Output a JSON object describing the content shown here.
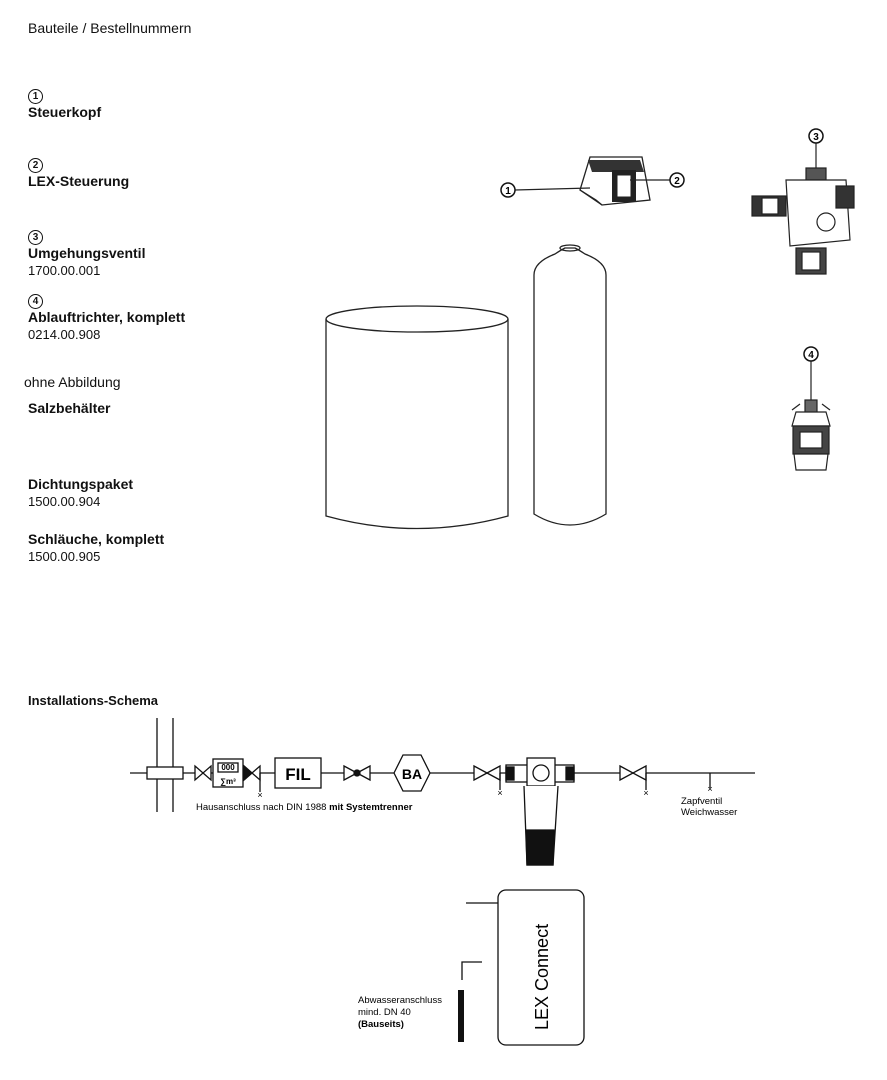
{
  "header": {
    "title": "Bauteile / Bestellnummern"
  },
  "parts": [
    {
      "num": "1",
      "name": "Steuerkopf",
      "order": ""
    },
    {
      "num": "2",
      "name": "LEX-Steuerung",
      "order": ""
    },
    {
      "num": "3",
      "name": "Umgehungsventil",
      "order": "1700.00.001"
    },
    {
      "num": "4",
      "name": "Ablauftrichter, komplett",
      "order": "0214.00.908"
    }
  ],
  "note": "ohne Abbildung",
  "extra_parts": [
    {
      "name": "Salzbehälter",
      "order": ""
    },
    {
      "name": "Dichtungspaket",
      "order": "1500.00.904"
    },
    {
      "name": "Schläuche, komplett",
      "order": "1500.00.905"
    }
  ],
  "callouts": {
    "c1": "1",
    "c2": "2",
    "c3": "3",
    "c4": "4"
  },
  "schema": {
    "title": "Installations-Schema",
    "meter_top": "000",
    "meter_bottom": "∑m³",
    "fil": "FIL",
    "ba": "BA",
    "hausanschluss": "Hausanschluss nach DIN 1988 ",
    "systemtrenner": "mit Systemtrenner",
    "zapf1": "Zapfventil",
    "zapf2": "Weichwasser",
    "device": "LEX Connect",
    "abw1": "Abwasseranschluss",
    "abw2": "mind. DN 40",
    "abw3": "(Bauseits)"
  }
}
